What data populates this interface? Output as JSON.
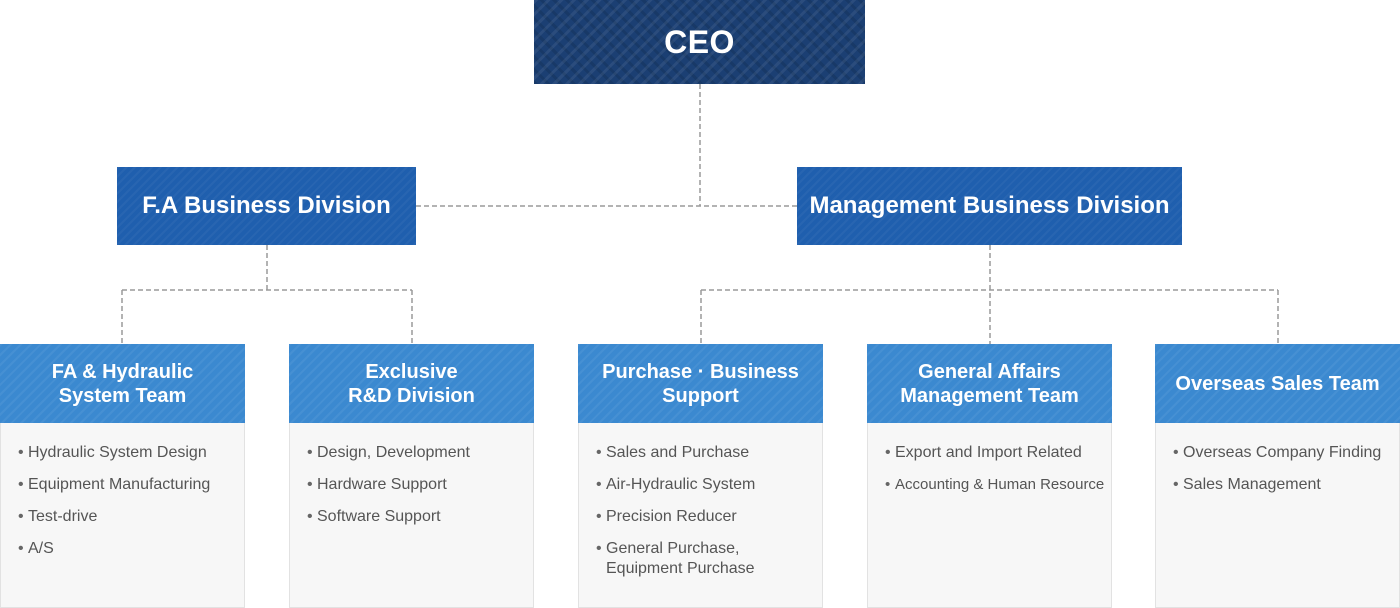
{
  "ceo": {
    "label": "CEO"
  },
  "divisions": [
    {
      "label": "F.A Business Division"
    },
    {
      "label": "Management Business Division"
    }
  ],
  "teams": [
    {
      "title": "FA & Hydraulic\nSystem Team",
      "items": [
        "Hydraulic System Design",
        "Equipment Manufacturing",
        "Test-drive",
        "A/S"
      ]
    },
    {
      "title": "Exclusive\nR&D Division",
      "items": [
        "Design, Development",
        "Hardware Support",
        "Software Support"
      ]
    },
    {
      "title": "Purchase · Business\nSupport",
      "items": [
        "Sales and Purchase",
        "Air-Hydraulic System",
        "Precision Reducer",
        "General Purchase,\nEquipment Purchase"
      ]
    },
    {
      "title": "General Affairs\nManagement Team",
      "items": [
        "Export and Import Related",
        "Accounting & Human Resource"
      ]
    },
    {
      "title": "Overseas Sales Team",
      "items": [
        "Overseas Company Finding",
        "Sales Management"
      ]
    }
  ],
  "colors": {
    "ceo": "#1b3f73",
    "division": "#1f5fae",
    "team_header": "#3b89d0",
    "team_body": "#f7f7f7",
    "connector": "#9a9a9a"
  }
}
